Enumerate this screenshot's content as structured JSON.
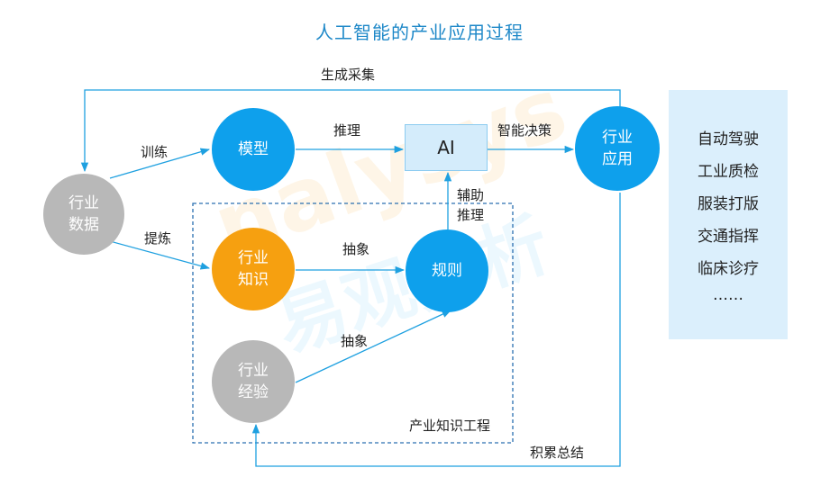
{
  "title": "人工智能的产业应用过程",
  "nodes": {
    "industry_data": [
      "行业",
      "数据"
    ],
    "model": "模型",
    "industry_knowledge": [
      "行业",
      "知识"
    ],
    "industry_experience": [
      "行业",
      "经验"
    ],
    "rule": "规则",
    "ai": "AI",
    "industry_application": [
      "行业",
      "应用"
    ]
  },
  "edges": {
    "generate_collect": "生成采集",
    "train": "训练",
    "extract": "提炼",
    "infer": "推理",
    "smart_decision": "智能决策",
    "abstract_1": "抽象",
    "abstract_2": "抽象",
    "assist_infer": [
      "辅助",
      "推理"
    ],
    "accumulate": "积累总结"
  },
  "region_label": "产业知识工程",
  "applications": [
    "自动驾驶",
    "工业质检",
    "服装打版",
    "交通指挥",
    "临床诊疗",
    "……"
  ],
  "watermark": [
    "nalysys",
    "易观分析"
  ],
  "colors": {
    "accent_blue": "#0ea0ec",
    "gray_node": "#b8b8b8",
    "orange_node": "#f6a010",
    "ai_box_fill": "#d4ecfb",
    "panel_fill": "#dbeffc",
    "arrow": "#1ea0e0",
    "title": "#1e88c8"
  }
}
